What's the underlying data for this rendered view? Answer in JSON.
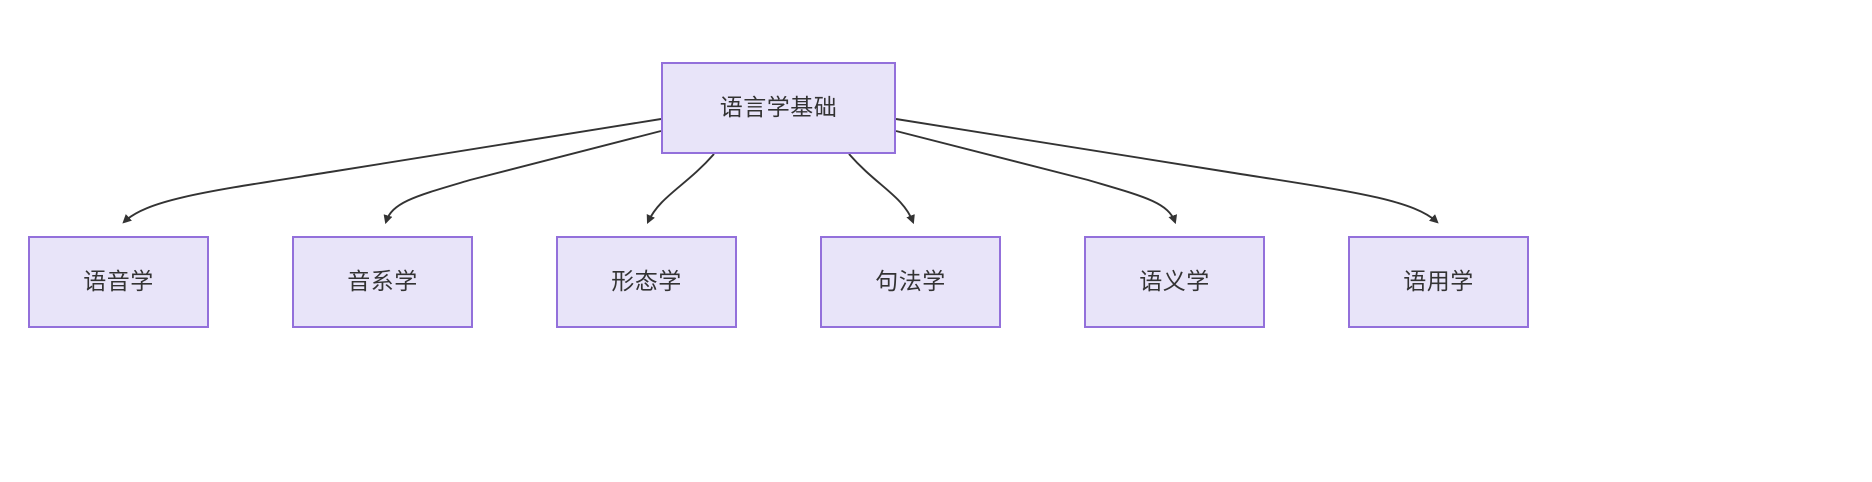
{
  "diagram": {
    "type": "flowchart",
    "direction": "top-down",
    "title": "",
    "background_color": "#ffffff",
    "node_fill_color": "#E8E4F9",
    "node_border_color": "#9370DB",
    "node_text_color": "#333333",
    "edge_color": "#333333",
    "arrowhead_style": "filled-triangle",
    "root": {
      "id": "root",
      "label": "语言学基础"
    },
    "children": [
      {
        "id": "child-1",
        "label": "语音学"
      },
      {
        "id": "child-2",
        "label": "音系学"
      },
      {
        "id": "child-3",
        "label": "形态学"
      },
      {
        "id": "child-4",
        "label": "句法学"
      },
      {
        "id": "child-5",
        "label": "语义学"
      },
      {
        "id": "child-6",
        "label": "语用学"
      }
    ],
    "edges": [
      {
        "from": "语言学基础",
        "to": "语音学",
        "label": ""
      },
      {
        "from": "语言学基础",
        "to": "音系学",
        "label": ""
      },
      {
        "from": "语言学基础",
        "to": "形态学",
        "label": ""
      },
      {
        "from": "语言学基础",
        "to": "句法学",
        "label": ""
      },
      {
        "from": "语言学基础",
        "to": "语义学",
        "label": ""
      },
      {
        "from": "语言学基础",
        "to": "语用学",
        "label": ""
      }
    ]
  }
}
